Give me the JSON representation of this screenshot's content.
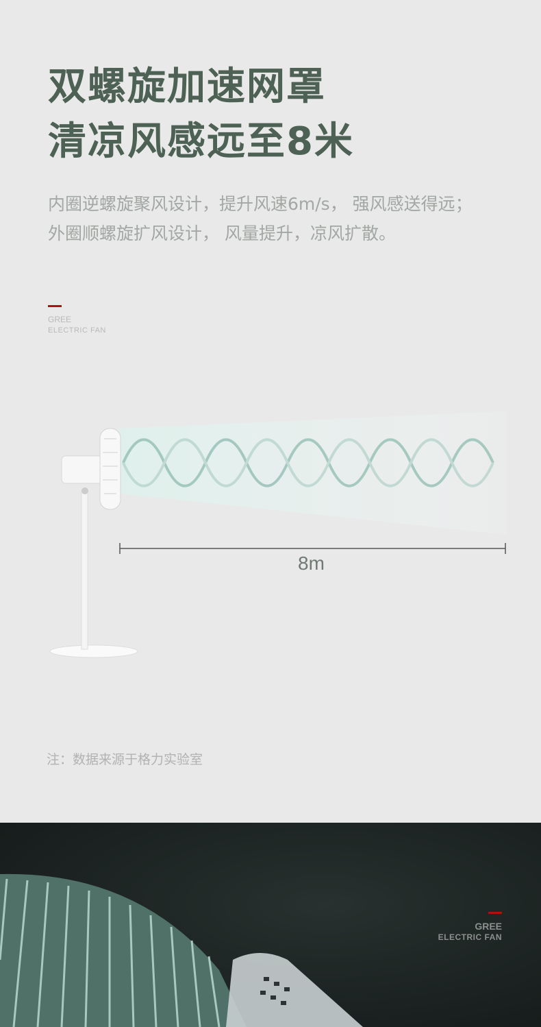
{
  "headline": {
    "line1": "双螺旋加速网罩",
    "line2": "清凉风感远至8米"
  },
  "description": {
    "line1": "内圈逆螺旋聚风设计，提升风速6m/s， 强风感送得远；",
    "line2": "外圈顺螺旋扩风设计， 风量提升，凉风扩散。"
  },
  "brand_tag": {
    "brand": "GREE",
    "product": "ELECTRIC FAN"
  },
  "diagram": {
    "distance_label": "8m"
  },
  "footnote": "注：数据来源于格力实验室",
  "brand_tag_dark": {
    "brand": "GREE",
    "product": "ELECTRIC FAN"
  },
  "colors": {
    "headline": "#4d6154",
    "accent": "#b30f0f",
    "wind": "#7fb0a2",
    "dark_bg": "#1c2322"
  }
}
